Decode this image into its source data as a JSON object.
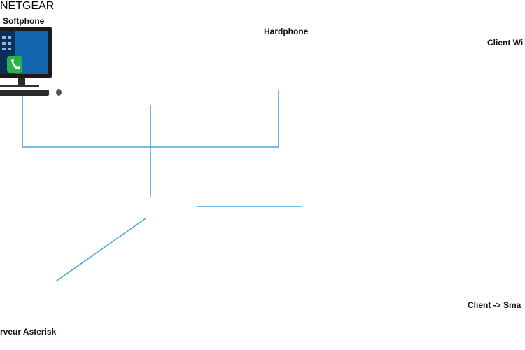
{
  "labels": {
    "softphone": "Softphone",
    "hardphone": "Hardphone",
    "client_wifi": "Client Wi",
    "client_smartphone": "Client -> Sma",
    "serveur": "rveur Asterisk"
  },
  "device_text": {
    "switch_brand": "NETGEAR"
  },
  "icons": [
    "desktop-computer-icon",
    "laptop-icon",
    "desk-phone-icon",
    "network-switch-icon",
    "server-tower-icon",
    "wifi-router-icon",
    "wifi-waves-icon",
    "laptop-icon",
    "smartphone-icon"
  ],
  "colors": {
    "link_line": "#4aa8d8",
    "wifi_waves": "#1a1ab8",
    "switch_body": "#1f3f9a"
  }
}
